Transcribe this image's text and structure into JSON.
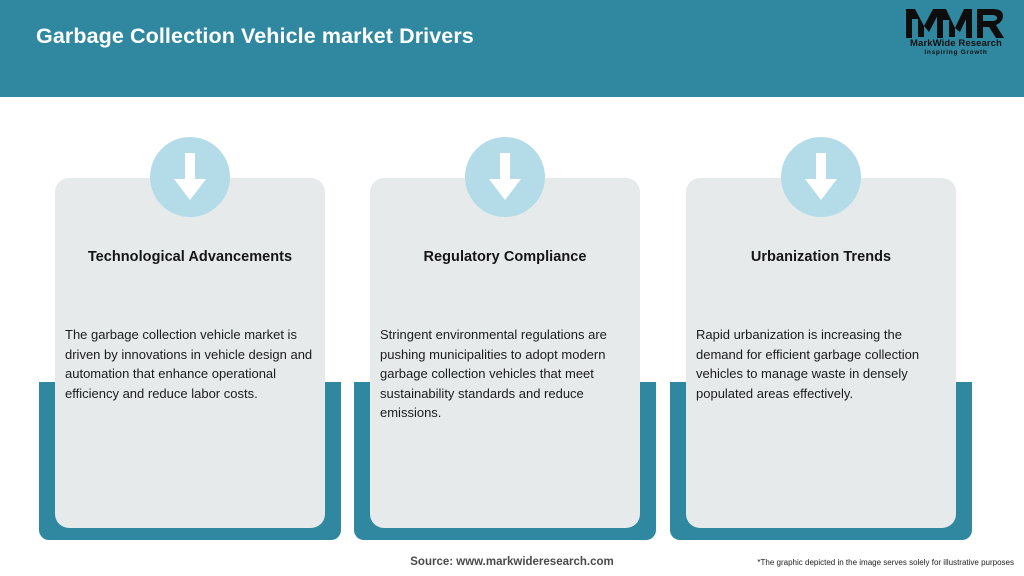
{
  "header": {
    "title": "Garbage Collection Vehicle market Drivers",
    "background_color": "#2f88a0",
    "title_color": "#ffffff"
  },
  "logo": {
    "mark": "MWR",
    "name": "MarkWide Research",
    "tagline": "Inspiring Growth"
  },
  "theme": {
    "accent": "#2f88a0",
    "badge_circle": "#b3dce8",
    "panel_background": "#e6eaeb",
    "page_background": "#ffffff"
  },
  "cards": [
    {
      "icon": "arrow-down-icon",
      "title": "Technological Advancements",
      "body": "The garbage collection vehicle market is driven by innovations in vehicle design and automation that enhance operational efficiency and reduce labor costs."
    },
    {
      "icon": "arrow-down-icon",
      "title": "Regulatory Compliance",
      "body": "Stringent environmental regulations are pushing municipalities to adopt modern garbage collection vehicles that meet sustainability standards and reduce emissions."
    },
    {
      "icon": "arrow-down-icon",
      "title": "Urbanization Trends",
      "body": "Rapid urbanization is increasing the demand for efficient garbage collection vehicles to manage waste in densely populated areas effectively."
    }
  ],
  "footer": {
    "source": "Source: www.markwideresearch.com",
    "disclaimer": "*The graphic depicted in the image serves solely for illustrative purposes"
  }
}
